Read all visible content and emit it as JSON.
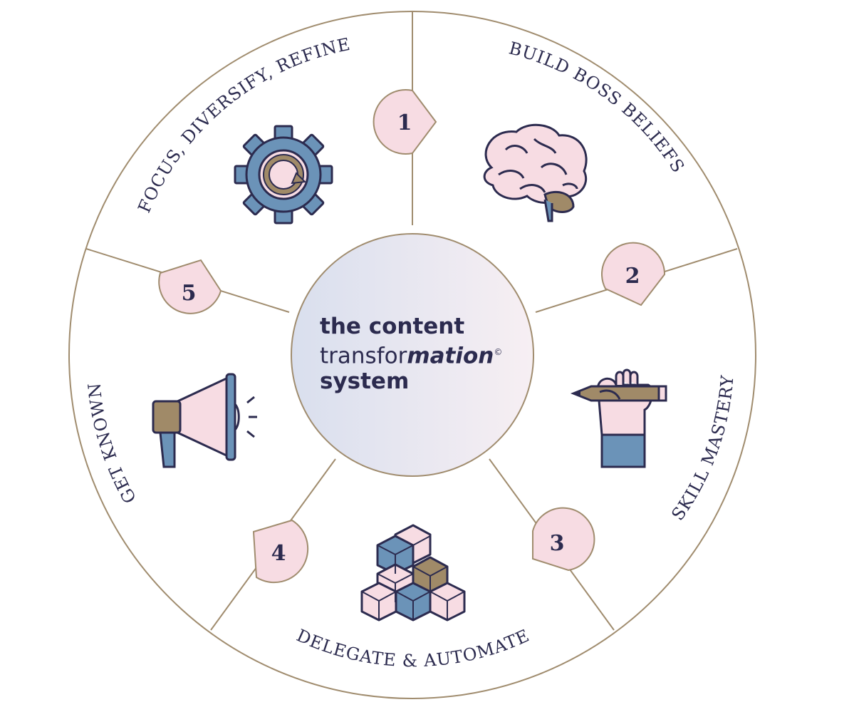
{
  "title": {
    "line1": "the content",
    "line2_light": "transfor",
    "line2_bold": "mation",
    "line2_mark": "©",
    "line3": "system"
  },
  "segments": [
    {
      "number": "1",
      "label": "BUILD BOSS BELIEFS",
      "icon": "brain-icon"
    },
    {
      "number": "2",
      "label": "SKILL MASTERY",
      "icon": "hand-pencil-icon"
    },
    {
      "number": "3",
      "label": "DELEGATE & AUTOMATE",
      "icon": "cubes-icon"
    },
    {
      "number": "4",
      "label": "GET KNOWN",
      "icon": "megaphone-icon"
    },
    {
      "number": "5",
      "label": "FOCUS, DIVERSIFY, REFINE",
      "icon": "gear-icon"
    }
  ],
  "colors": {
    "ring": "#a08c6e",
    "pink": "#f7dce3",
    "blue": "#6b93b8",
    "tan": "#a08a68",
    "navy": "#2c2b4f"
  }
}
